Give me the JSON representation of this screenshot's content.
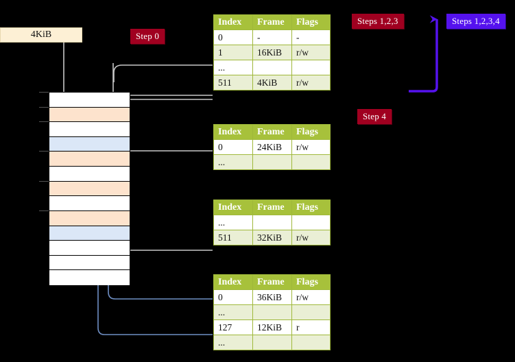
{
  "diagram": {
    "title_badges": [
      {
        "name": "step-0",
        "label": "Step 0",
        "color": "#a00020"
      },
      {
        "name": "steps-123",
        "label": "Steps 1,2,3",
        "color": "#a00020"
      },
      {
        "name": "steps-1234",
        "label": "Steps 1,2,3,4",
        "color": "#5512ee"
      },
      {
        "name": "step-4",
        "label": "Step 4",
        "color": "#a00020"
      }
    ],
    "frame_box": {
      "label": "4KiB",
      "fill": "#fdf0d5"
    },
    "columns": [
      "Index",
      "Frame",
      "Flags"
    ],
    "tables": [
      {
        "name": "page-table-level-1",
        "header": [
          "Index",
          "Frame",
          "Flags"
        ],
        "rows": [
          {
            "index": "0",
            "frame": "-",
            "flags": "-",
            "shade": "plain",
            "highlight": false
          },
          {
            "index": "1",
            "frame": "16KiB",
            "flags": "r/w",
            "shade": "alt",
            "highlight": false
          },
          {
            "index": "...",
            "frame": "",
            "flags": "",
            "shade": "plain",
            "highlight": false
          },
          {
            "index": "511",
            "frame": "4KiB",
            "flags": "r/w",
            "shade": "alt",
            "highlight": true
          }
        ]
      },
      {
        "name": "page-table-level-2",
        "header": [
          "Index",
          "Frame",
          "Flags"
        ],
        "rows": [
          {
            "index": "0",
            "frame": "24KiB",
            "flags": "r/w",
            "shade": "plain",
            "highlight": false
          },
          {
            "index": "...",
            "frame": "",
            "flags": "",
            "shade": "alt",
            "highlight": false
          }
        ]
      },
      {
        "name": "page-table-level-3",
        "header": [
          "Index",
          "Frame",
          "Flags"
        ],
        "rows": [
          {
            "index": "...",
            "frame": "",
            "flags": "",
            "shade": "plain",
            "highlight": false
          },
          {
            "index": "511",
            "frame": "32KiB",
            "flags": "r/w",
            "shade": "alt",
            "highlight": false
          }
        ]
      },
      {
        "name": "page-table-level-4",
        "header": [
          "Index",
          "Frame",
          "Flags"
        ],
        "rows": [
          {
            "index": "0",
            "frame": "36KiB",
            "flags": "r/w",
            "shade": "plain",
            "highlight": false
          },
          {
            "index": "...",
            "frame": "",
            "flags": "",
            "shade": "alt",
            "highlight": false
          },
          {
            "index": "127",
            "frame": "12KiB",
            "flags": "r",
            "shade": "plain",
            "highlight": false
          },
          {
            "index": "...",
            "frame": "",
            "flags": "",
            "shade": "alt",
            "highlight": false
          }
        ]
      }
    ],
    "memory_rows": [
      {
        "fill": "white",
        "tick": true
      },
      {
        "fill": "peach",
        "tick": true
      },
      {
        "fill": "white",
        "tick": true
      },
      {
        "fill": "blue",
        "tick": false
      },
      {
        "fill": "peach",
        "tick": true
      },
      {
        "fill": "white",
        "tick": false
      },
      {
        "fill": "peach",
        "tick": true
      },
      {
        "fill": "white",
        "tick": false
      },
      {
        "fill": "peach",
        "tick": true
      },
      {
        "fill": "blue",
        "tick": false
      },
      {
        "fill": "white",
        "tick": false
      },
      {
        "fill": "white",
        "tick": false
      },
      {
        "fill": "white",
        "tick": false
      }
    ],
    "wire_colors": {
      "gray": "#c8c8c8",
      "blue": "#6f8fc4",
      "purple": "#5512ee"
    }
  }
}
